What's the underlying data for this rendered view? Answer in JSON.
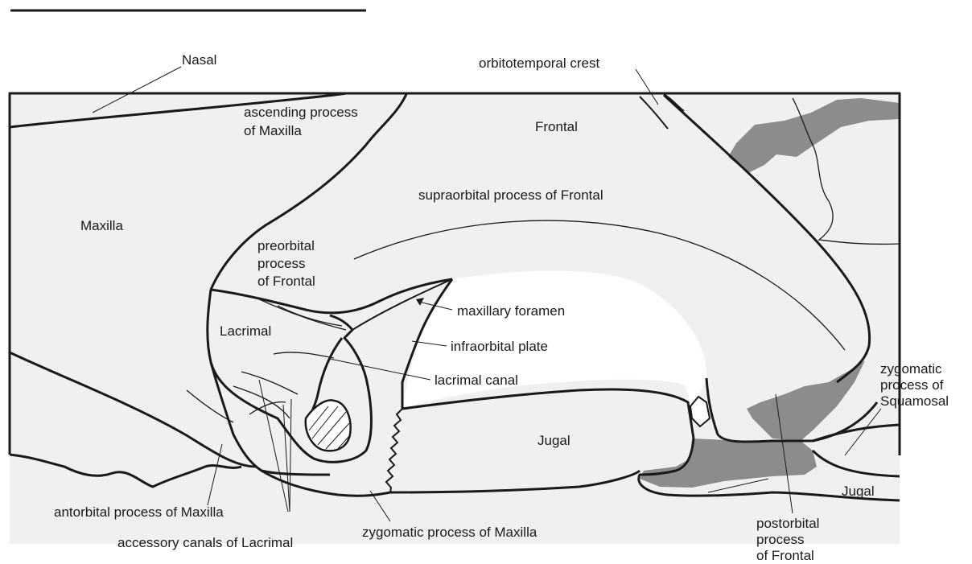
{
  "colors": {
    "bone": "#eef0f2",
    "shade": "#8c8c8c",
    "outline": "#1a1a1a",
    "background": "#ffffff"
  },
  "labels": {
    "nasal": "Nasal",
    "orbitotemporal_crest": "orbitotemporal crest",
    "ascending_process_1": "ascending process",
    "ascending_process_2": "of Maxilla",
    "frontal": "Frontal",
    "maxilla": "Maxilla",
    "supraorbital_process": "supraorbital process of Frontal",
    "preorbital_1": "preorbital",
    "preorbital_2": "process",
    "preorbital_3": "of Frontal",
    "maxillary_foramen": "maxillary foramen",
    "lacrimal": "Lacrimal",
    "infraorbital_plate": "infraorbital plate",
    "lacrimal_canal": "lacrimal canal",
    "jugal_main": "Jugal",
    "zygomatic_squamosal_1": "zygomatic",
    "zygomatic_squamosal_2": "process of",
    "zygomatic_squamosal_3": "Squamosal",
    "jugal_right": "Jugal",
    "antorbital_process": "antorbital process of Maxilla",
    "accessory_canals": "accessory canals of Lacrimal",
    "zygomatic_process_maxilla": "zygomatic process of Maxilla",
    "postorbital_1": "postorbital",
    "postorbital_2": "process",
    "postorbital_3": "of Frontal"
  }
}
